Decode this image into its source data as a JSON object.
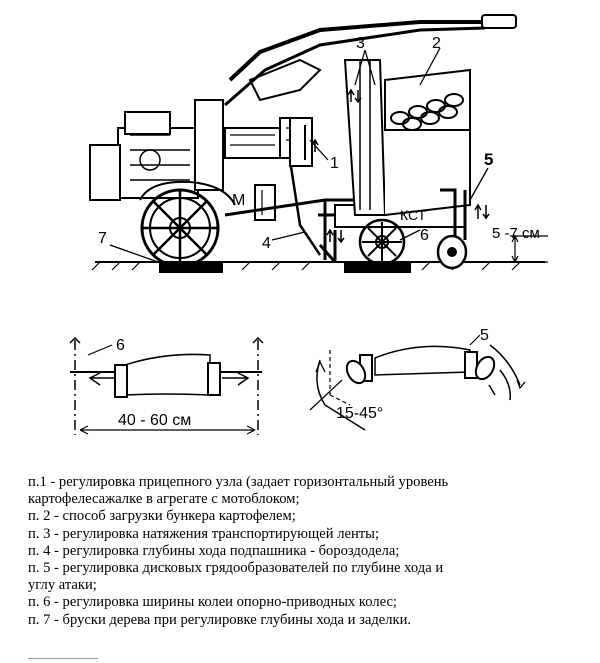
{
  "labels": {
    "n1": "1",
    "n2": "2",
    "n3": "3",
    "n4": "4",
    "n5": "5",
    "n6": "6",
    "n7": "7",
    "m": "M",
    "kst": "КСТ",
    "depth": "5 -7 см",
    "width": "40 - 60 см",
    "angle": "15-45°",
    "n6_bottom": "6",
    "n5_bottom": "5"
  },
  "legend": [
    "п.1 - регулировка прицепного узла (задает горизонтальный уровень",
    "картофелесажалке в агрегате с мотоблоком;",
    "п. 2 - способ загрузки бункера картофелем;",
    "п. 3 - регулировка натяжения транспортирующей ленты;",
    "п. 4 - регулировка глубины хода подпашника - бороздодела;",
    "п. 5 - регулировка дисковых грядообразователей по глубине хода и",
    "углу атаки;",
    "п. 6 - регулировка ширины колеи опорно-приводных колес;",
    "п. 7 - бруски дерева при регулировке глубины хода и заделки."
  ]
}
